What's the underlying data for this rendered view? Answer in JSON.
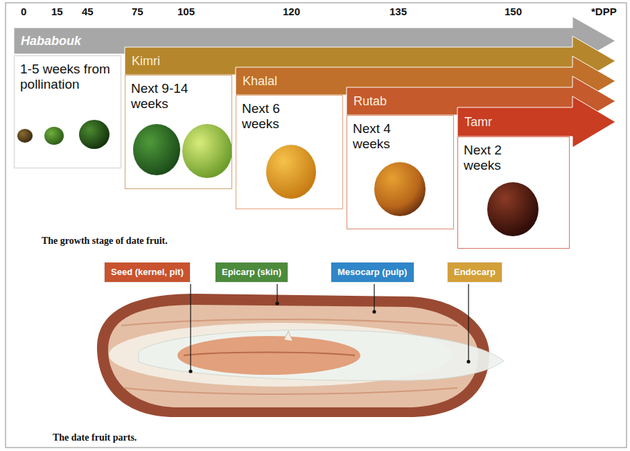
{
  "diagram": {
    "nodes": [
      {
        "text": [
          "Hababouk"
        ]
      },
      {
        "text": [
          "1-5 weeks from pollination"
        ]
      },
      {
        "text": [
          "Kimri"
        ]
      },
      {
        "text": [
          "Next 9-14 weeks"
        ]
      },
      {
        "text": [
          "Khalal"
        ]
      },
      {
        "text": [
          "Next 6 weeks"
        ]
      },
      {
        "text": [
          "Rutab"
        ]
      },
      {
        "text": [
          "Next 4 weeks"
        ]
      },
      {
        "text": [
          "Tamr"
        ]
      },
      {
        "text": [
          "Next 2 weeks"
        ]
      },
      {
        "text": [
          "Seed (kernel, pit)"
        ]
      },
      {
        "text": [
          "Epicarp (skin)"
        ]
      },
      {
        "text": [
          "Mesocarp (pulp)"
        ]
      },
      {
        "text": [
          "Endocarp"
        ]
      }
    ],
    "labels": [
      "0",
      "15",
      "45",
      "75",
      "105",
      "120",
      "135",
      "150",
      "*DPP",
      "The growth stage of date fruit.",
      "The date fruit parts."
    ]
  }
}
